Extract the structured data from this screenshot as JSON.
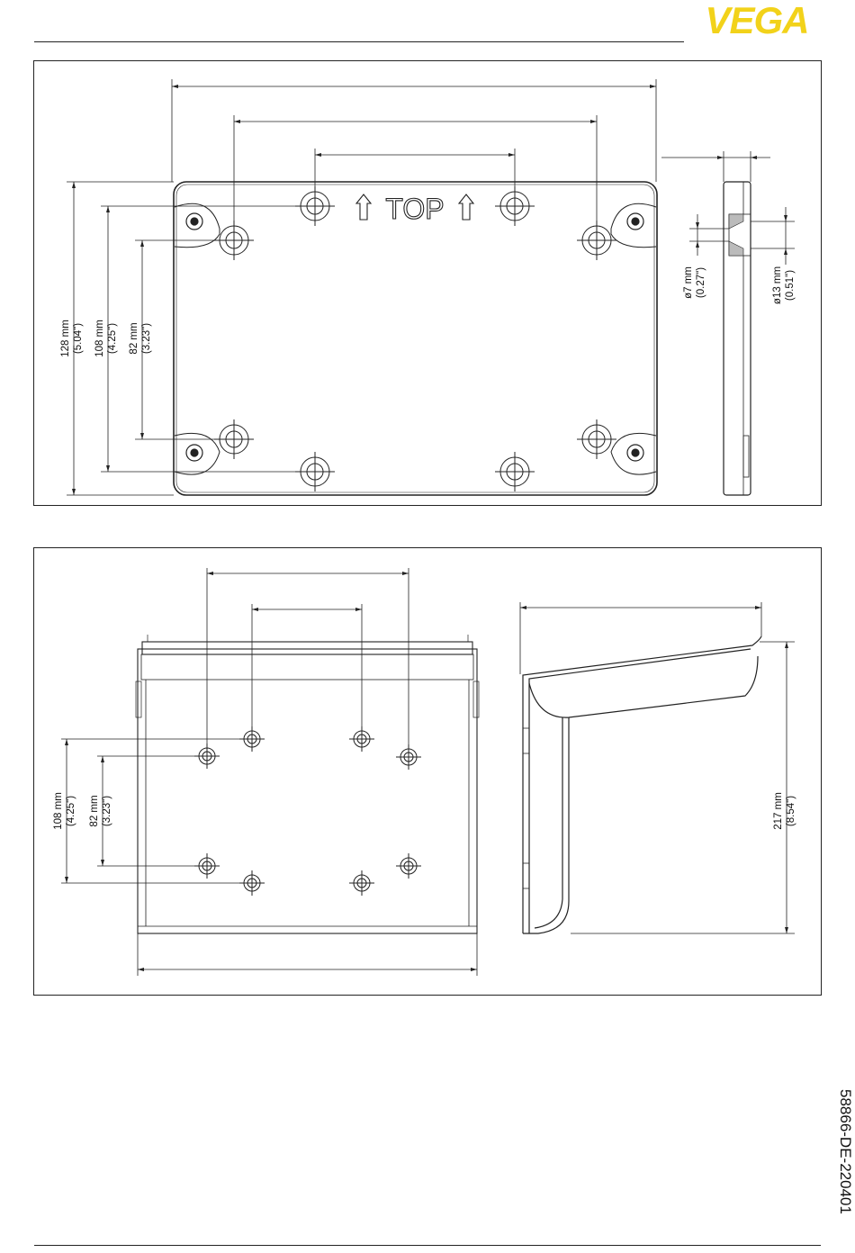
{
  "header": {
    "brand": "VEGA",
    "brand_color": "#f2d21a"
  },
  "top_drawing": {
    "plate_label": "TOP",
    "dims": {
      "height_overall_mm": "128 mm",
      "height_overall_in": "(5.04\")",
      "height_holes_outer_mm": "108 mm",
      "height_holes_outer_in": "(4.25\")",
      "height_holes_inner_mm": "82 mm",
      "height_holes_inner_in": "(3.23\")",
      "bore_small_mm": "ø7 mm",
      "bore_small_in": "(0.27\")",
      "bore_large_mm": "ø13 mm",
      "bore_large_in": "(0.51\")"
    }
  },
  "bottom_drawing": {
    "dims": {
      "height_holes_outer_mm": "108 mm",
      "height_holes_outer_in": "(4.25\")",
      "height_holes_inner_mm": "82 mm",
      "height_holes_inner_in": "(3.23\")",
      "height_overall_mm": "217 mm",
      "height_overall_in": "(8.54\")"
    }
  },
  "footer": {
    "document_number": "58866-DE-220401"
  }
}
